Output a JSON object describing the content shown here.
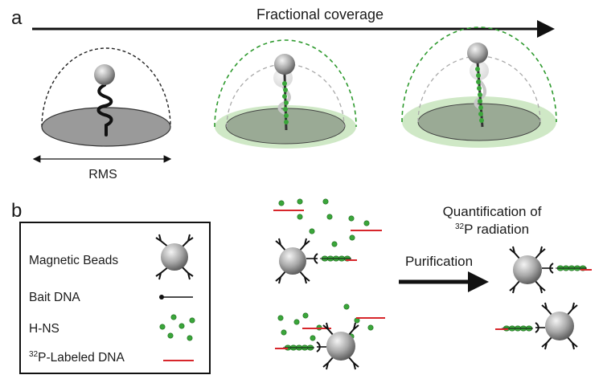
{
  "panel_a": {
    "label": "a",
    "arrow_label": "Fractional coverage",
    "scale_label": "RMS"
  },
  "panel_b": {
    "label": "b",
    "legend": {
      "beads": "Magnetic Beads",
      "bait": "Bait DNA",
      "hns": "H-NS",
      "labeled_prefix": "32",
      "labeled_text": "P-Labeled DNA"
    },
    "process_label": "Purification",
    "result_line1": "Quantification of",
    "result_sup": "32",
    "result_line2": "P radiation"
  },
  "colors": {
    "hns_green": "#3aa63a",
    "coverage_fill": "#cfe8c6",
    "labeled_dna_red": "#d7262b",
    "surface_gray": "#9a9a9a",
    "dashed_green": "#2e9a2e"
  }
}
